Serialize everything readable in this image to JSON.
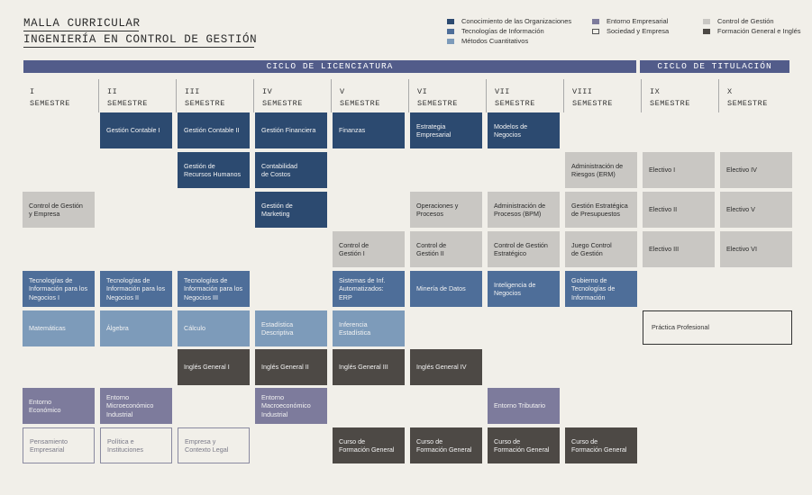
{
  "title": [
    "MALLA CURRICULAR",
    "INGENIERÍA EN CONTROL DE GESTIÓN"
  ],
  "colors": {
    "navy": "#2c4a70",
    "steel": "#4e6e99",
    "light_blue": "#7d9bba",
    "purple": "#7d7b9c",
    "gray": "#c9c7c3",
    "dark": "#4d4945",
    "band": "#525c8a",
    "background": "#f1efe9"
  },
  "legend": [
    {
      "label": "Conocimiento de las Organizaciones",
      "color": "navy"
    },
    {
      "label": "Tecnologías de Información",
      "color": "steel"
    },
    {
      "label": "Métodos Cuantitativos",
      "color": "light_blue"
    },
    {
      "label": "Entorno Empresarial",
      "color": "purple"
    },
    {
      "label": "Sociedad y Empresa",
      "color": "outline"
    },
    {
      "label": "Control de Gestión",
      "color": "gray"
    },
    {
      "label": "Formación General e Inglés",
      "color": "dark"
    }
  ],
  "bands": [
    "CICLO DE LICENCIATURA",
    "CICLO DE TITULACIÓN"
  ],
  "semesters": [
    {
      "num": "I",
      "label": "SEMESTRE"
    },
    {
      "num": "II",
      "label": "SEMESTRE"
    },
    {
      "num": "III",
      "label": "SEMESTRE"
    },
    {
      "num": "IV",
      "label": "SEMESTRE"
    },
    {
      "num": "V",
      "label": "SEMESTRE"
    },
    {
      "num": "VI",
      "label": "SEMESTRE"
    },
    {
      "num": "VII",
      "label": "SEMESTRE"
    },
    {
      "num": "VIII",
      "label": "SEMESTRE"
    },
    {
      "num": "IX",
      "label": "SEMESTRE"
    },
    {
      "num": "X",
      "label": "SEMESTRE"
    }
  ],
  "courses": [
    {
      "col": 1,
      "row": 0,
      "cat": "navy",
      "label": "Gestión Contable I"
    },
    {
      "col": 2,
      "row": 0,
      "cat": "navy",
      "label": "Gestión Contable II"
    },
    {
      "col": 3,
      "row": 0,
      "cat": "navy",
      "label": "Gestión Financiera"
    },
    {
      "col": 4,
      "row": 0,
      "cat": "navy",
      "label": "Finanzas"
    },
    {
      "col": 5,
      "row": 0,
      "cat": "navy",
      "label": "Estrategia\nEmpresarial"
    },
    {
      "col": 6,
      "row": 0,
      "cat": "navy",
      "label": "Modelos de\nNegocios"
    },
    {
      "col": 2,
      "row": 1,
      "cat": "navy",
      "label": "Gestión de\nRecursos Humanos"
    },
    {
      "col": 3,
      "row": 1,
      "cat": "navy",
      "label": "Contabilidad\nde Costos"
    },
    {
      "col": 7,
      "row": 1,
      "cat": "gray",
      "label": "Administración de\nRiesgos (ERM)"
    },
    {
      "col": 8,
      "row": 1,
      "cat": "gray",
      "label": "Electivo I"
    },
    {
      "col": 9,
      "row": 1,
      "cat": "gray",
      "label": "Electivo IV"
    },
    {
      "col": 0,
      "row": 2,
      "cat": "gray",
      "label": "Control de Gestión\ny Empresa"
    },
    {
      "col": 3,
      "row": 2,
      "cat": "navy",
      "label": "Gestión de\nMarketing"
    },
    {
      "col": 5,
      "row": 2,
      "cat": "gray",
      "label": "Operaciones y\nProcesos"
    },
    {
      "col": 6,
      "row": 2,
      "cat": "gray",
      "label": "Administración de\nProcesos (BPM)"
    },
    {
      "col": 7,
      "row": 2,
      "cat": "gray",
      "label": "Gestión Estratégica\nde Presupuestos"
    },
    {
      "col": 8,
      "row": 2,
      "cat": "gray",
      "label": "Electivo II"
    },
    {
      "col": 9,
      "row": 2,
      "cat": "gray",
      "label": "Electivo V"
    },
    {
      "col": 4,
      "row": 3,
      "cat": "gray",
      "label": "Control de\nGestión I"
    },
    {
      "col": 5,
      "row": 3,
      "cat": "gray",
      "label": "Control de\nGestión II"
    },
    {
      "col": 6,
      "row": 3,
      "cat": "gray",
      "label": "Control de Gestión\nEstratégico"
    },
    {
      "col": 7,
      "row": 3,
      "cat": "gray",
      "label": "Juego Control\nde Gestión"
    },
    {
      "col": 8,
      "row": 3,
      "cat": "gray",
      "label": "Electivo III"
    },
    {
      "col": 9,
      "row": 3,
      "cat": "gray",
      "label": "Electivo VI"
    },
    {
      "col": 0,
      "row": 4,
      "cat": "steel",
      "label": "Tecnologías de\nInformación para los\nNegocios I"
    },
    {
      "col": 1,
      "row": 4,
      "cat": "steel",
      "label": "Tecnologías de\nInformación para los\nNegocios II"
    },
    {
      "col": 2,
      "row": 4,
      "cat": "steel",
      "label": "Tecnologías de\nInformación para los\nNegocios III"
    },
    {
      "col": 4,
      "row": 4,
      "cat": "steel",
      "label": "Sistemas de Inf.\nAutomatizados:\nERP"
    },
    {
      "col": 5,
      "row": 4,
      "cat": "steel",
      "label": "Minería de Datos"
    },
    {
      "col": 6,
      "row": 4,
      "cat": "steel",
      "label": "Inteligencia de\nNegocios"
    },
    {
      "col": 7,
      "row": 4,
      "cat": "steel",
      "label": "Gobierno de\nTecnologías de\nInformación"
    },
    {
      "col": 0,
      "row": 5,
      "cat": "light_blue",
      "label": "Matemáticas"
    },
    {
      "col": 1,
      "row": 5,
      "cat": "light_blue",
      "label": "Álgebra"
    },
    {
      "col": 2,
      "row": 5,
      "cat": "light_blue",
      "label": "Cálculo"
    },
    {
      "col": 3,
      "row": 5,
      "cat": "light_blue",
      "label": "Estadística\nDescriptiva"
    },
    {
      "col": 4,
      "row": 5,
      "cat": "light_blue",
      "label": "Inferencia\nEstadística"
    },
    {
      "col": 8,
      "row": 5,
      "cat": "practice",
      "span": 2,
      "label": "Práctica Profesional"
    },
    {
      "col": 2,
      "row": 6,
      "cat": "dark",
      "label": "Inglés General I"
    },
    {
      "col": 3,
      "row": 6,
      "cat": "dark",
      "label": "Inglés General II"
    },
    {
      "col": 4,
      "row": 6,
      "cat": "dark",
      "label": "Inglés General III"
    },
    {
      "col": 5,
      "row": 6,
      "cat": "dark",
      "label": "Inglés General IV"
    },
    {
      "col": 0,
      "row": 7,
      "cat": "purple",
      "label": "Entorno\nEconómico"
    },
    {
      "col": 1,
      "row": 7,
      "cat": "purple",
      "label": "Entorno\nMicroeconómico\nIndustrial"
    },
    {
      "col": 3,
      "row": 7,
      "cat": "purple",
      "label": "Entorno\nMacroeconómico\nIndustrial"
    },
    {
      "col": 6,
      "row": 7,
      "cat": "purple",
      "label": "Entorno Tributario"
    },
    {
      "col": 0,
      "row": 8,
      "cat": "outline",
      "label": "Pensamiento\nEmpresarial"
    },
    {
      "col": 1,
      "row": 8,
      "cat": "outline",
      "label": "Política e\nInstituciones"
    },
    {
      "col": 2,
      "row": 8,
      "cat": "outline",
      "label": "Empresa y\nContexto Legal"
    },
    {
      "col": 4,
      "row": 8,
      "cat": "dark",
      "label": "Curso de\nFormación General"
    },
    {
      "col": 5,
      "row": 8,
      "cat": "dark",
      "label": "Curso de\nFormación General"
    },
    {
      "col": 6,
      "row": 8,
      "cat": "dark",
      "label": "Curso de\nFormación General"
    },
    {
      "col": 7,
      "row": 8,
      "cat": "dark",
      "label": "Curso de\nFormación General"
    }
  ]
}
